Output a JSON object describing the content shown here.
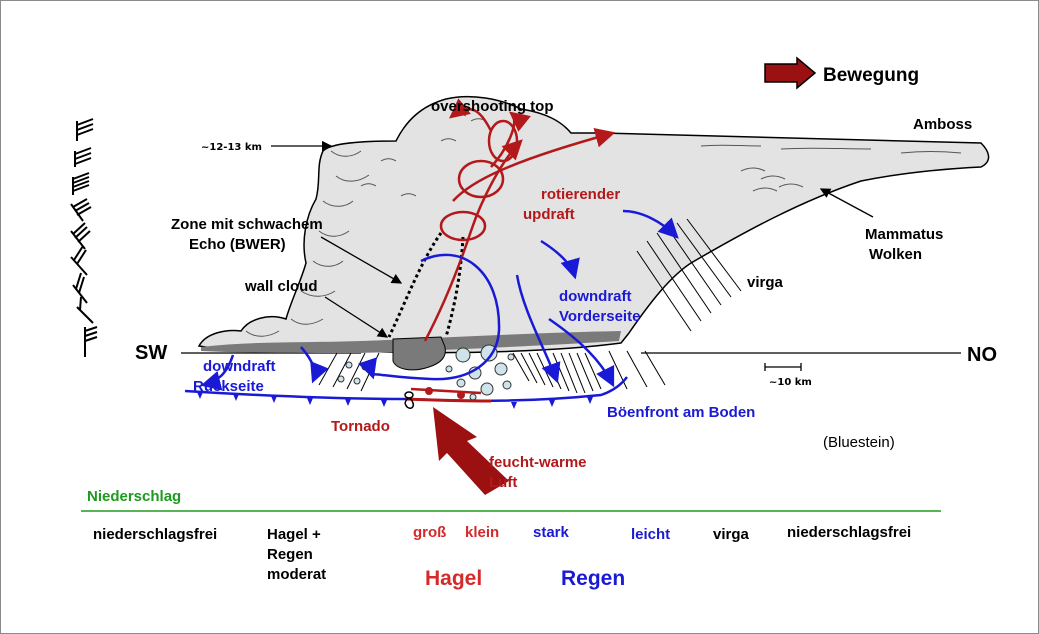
{
  "figure": {
    "overshooting_top": "overshooting top",
    "movement": "Bewegung",
    "anvil": "Amboss",
    "height_marker": "~12-13 km",
    "bwer_line1": "Zone mit schwachem",
    "bwer_line2": "Echo (BWER)",
    "wall_cloud": "wall cloud",
    "rotating_updraft_line1": "rotierender",
    "rotating_updraft_line2": "updraft",
    "mammatus_line1": "Mammatus",
    "mammatus_line2": "Wolken",
    "virga": "virga",
    "downdraft_front_line1": "downdraft",
    "downdraft_front_line2": "Vorderseite",
    "downdraft_rear_line1": "downdraft",
    "downdraft_rear_line2": "Rückseite",
    "sw": "SW",
    "no": "NO",
    "scale": "~10 km",
    "tornado": "Tornado",
    "gust_front": "Böenfront am Boden",
    "inflow_line1": "feucht-warme",
    "inflow_line2": "Luft",
    "source": "(Bluestein)"
  },
  "precip": {
    "title": "Niederschlag",
    "free_left": "niederschlagsfrei",
    "hail_rain_line1": "Hagel +",
    "hail_rain_line2": "Regen",
    "hail_rain_line3": "moderat",
    "large": "groß",
    "small": "klein",
    "heavy": "stark",
    "light": "leicht",
    "virga": "virga",
    "free_right": "niederschlagsfrei",
    "hail": "Hagel",
    "rain": "Regen"
  },
  "colors": {
    "red": "#b3191a",
    "blue": "#1a1ad6",
    "green": "#1e9a1e",
    "cloud": "#e3e3e3",
    "precip_core": "#7a7a7a"
  }
}
